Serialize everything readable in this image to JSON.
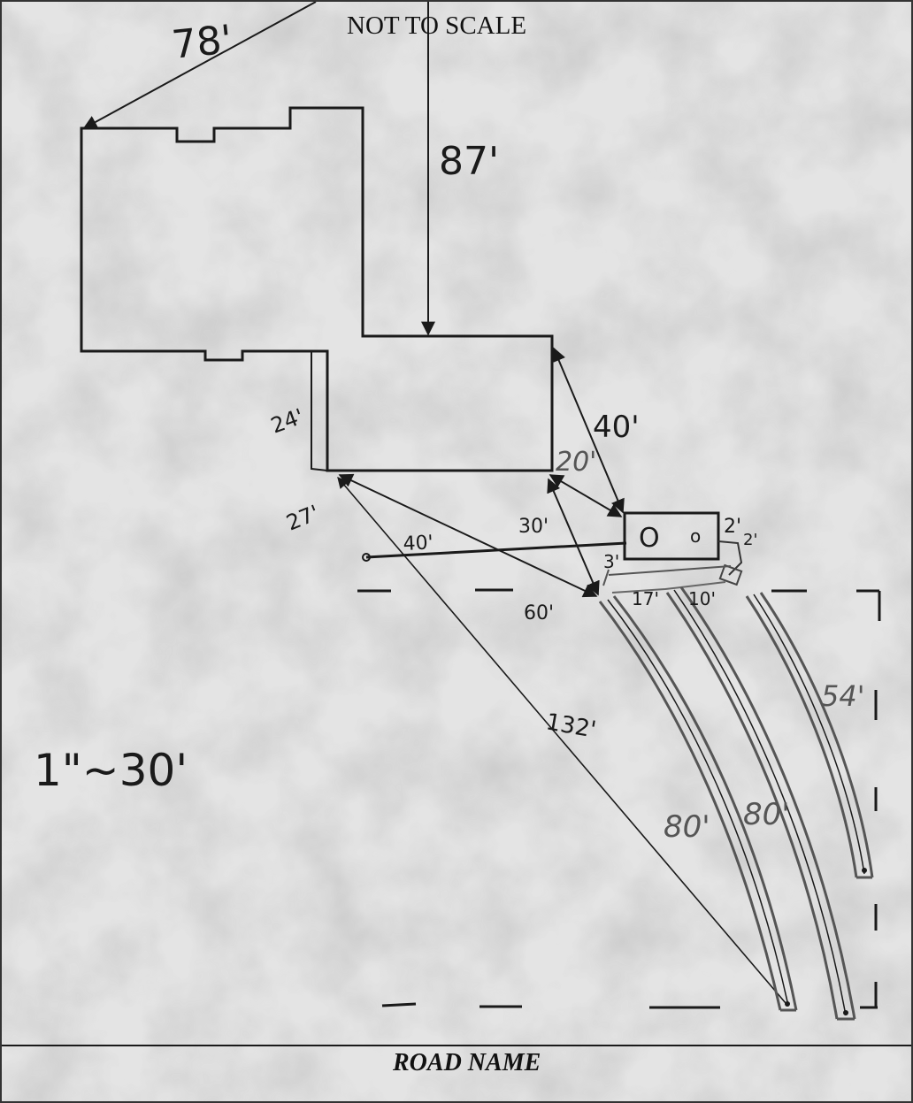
{
  "header": {
    "note": "NOT TO SCALE"
  },
  "scale": "1\"~30'",
  "footer": {
    "road_label": "ROAD NAME"
  },
  "dimensions": {
    "to_house_corner": "78'",
    "to_garage": "87'",
    "garage_side": "24'",
    "garage_to_tank_long": "40'",
    "garage_to_tank_short": "20'",
    "garage_corner_diag": "27'",
    "well_to_tank": "40'",
    "tank_to_line_start": "30'",
    "garage_to_field": "60'",
    "garage_to_field_end": "132'",
    "tank_right_a": "2'",
    "tank_right_b": "2'",
    "box_label": "3'",
    "gap_a": "17'",
    "gap_b": "10'",
    "trench_1": "80'",
    "trench_2": "80'",
    "trench_3": "54'"
  },
  "tank": {
    "left_symbol": "O",
    "right_symbol": "o"
  },
  "colors": {
    "ink": "#1a1a1a",
    "pencil": "#6e6e6e",
    "paper": "#dcdcdc"
  }
}
